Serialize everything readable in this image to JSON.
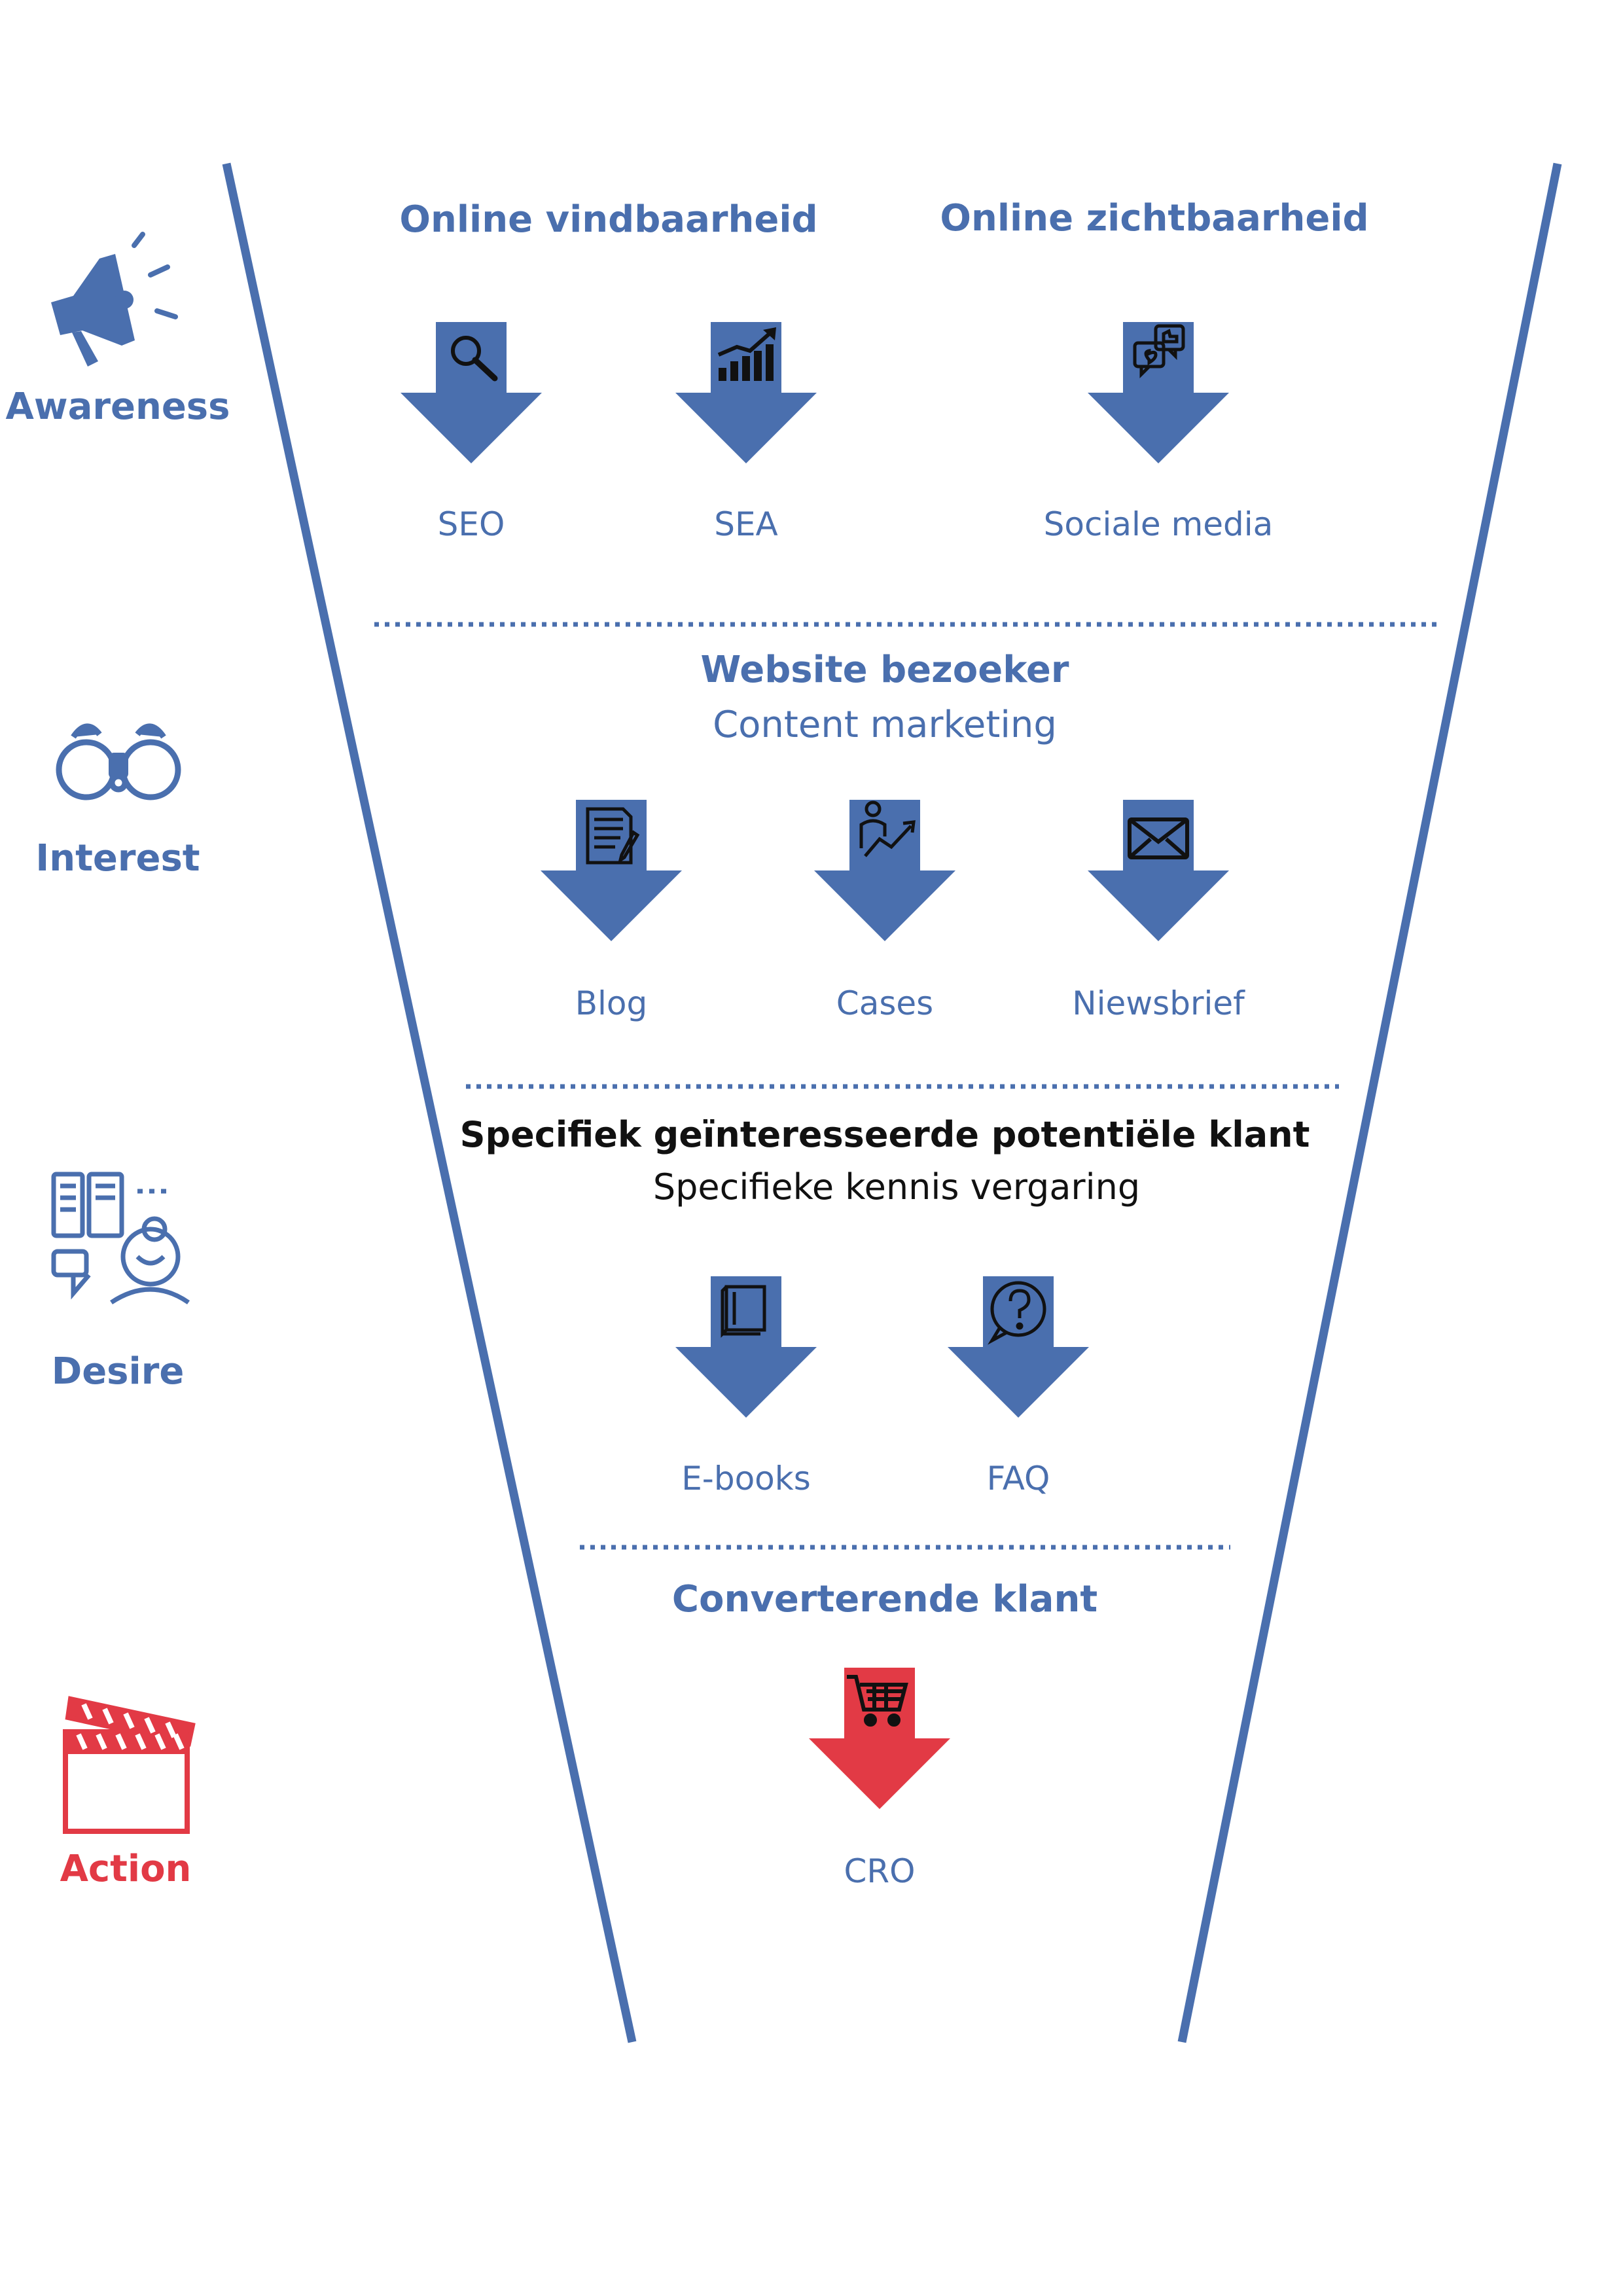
{
  "colors": {
    "blue": "#4a6fae",
    "red": "#e23a45",
    "black": "#111111",
    "white": "#ffffff"
  },
  "stages": {
    "awareness": {
      "label": "Awareness",
      "icon": "megaphone-icon"
    },
    "interest": {
      "label": "Interest",
      "icon": "binoculars-icon"
    },
    "desire": {
      "label": "Desire",
      "icon": "thinking-person-icon"
    },
    "action": {
      "label": "Action",
      "icon": "clapperboard-icon"
    }
  },
  "section1": {
    "heading_left": "Online vindbaarheid",
    "heading_right": "Online zichtbaarheid",
    "items": [
      {
        "label": "SEO",
        "icon": "magnifier-icon"
      },
      {
        "label": "SEA",
        "icon": "growth-chart-icon"
      },
      {
        "label": "Sociale media",
        "icon": "social-chat-icon"
      }
    ]
  },
  "section2": {
    "heading": "Website bezoeker",
    "subheading": "Content marketing",
    "items": [
      {
        "label": "Blog",
        "icon": "document-pen-icon"
      },
      {
        "label": "Cases",
        "icon": "person-growth-icon"
      },
      {
        "label": "Niewsbrief",
        "icon": "envelope-icon"
      }
    ]
  },
  "section3": {
    "heading": "Specifiek geïnteresseerde potentiële klant",
    "subheading": "Specifieke kennis vergaring",
    "items": [
      {
        "label": "E-books",
        "icon": "book-icon"
      },
      {
        "label": "FAQ",
        "icon": "question-bubble-icon"
      }
    ]
  },
  "section4": {
    "heading": "Converterende klant",
    "items": [
      {
        "label": "CRO",
        "icon": "shopping-cart-icon"
      }
    ]
  }
}
